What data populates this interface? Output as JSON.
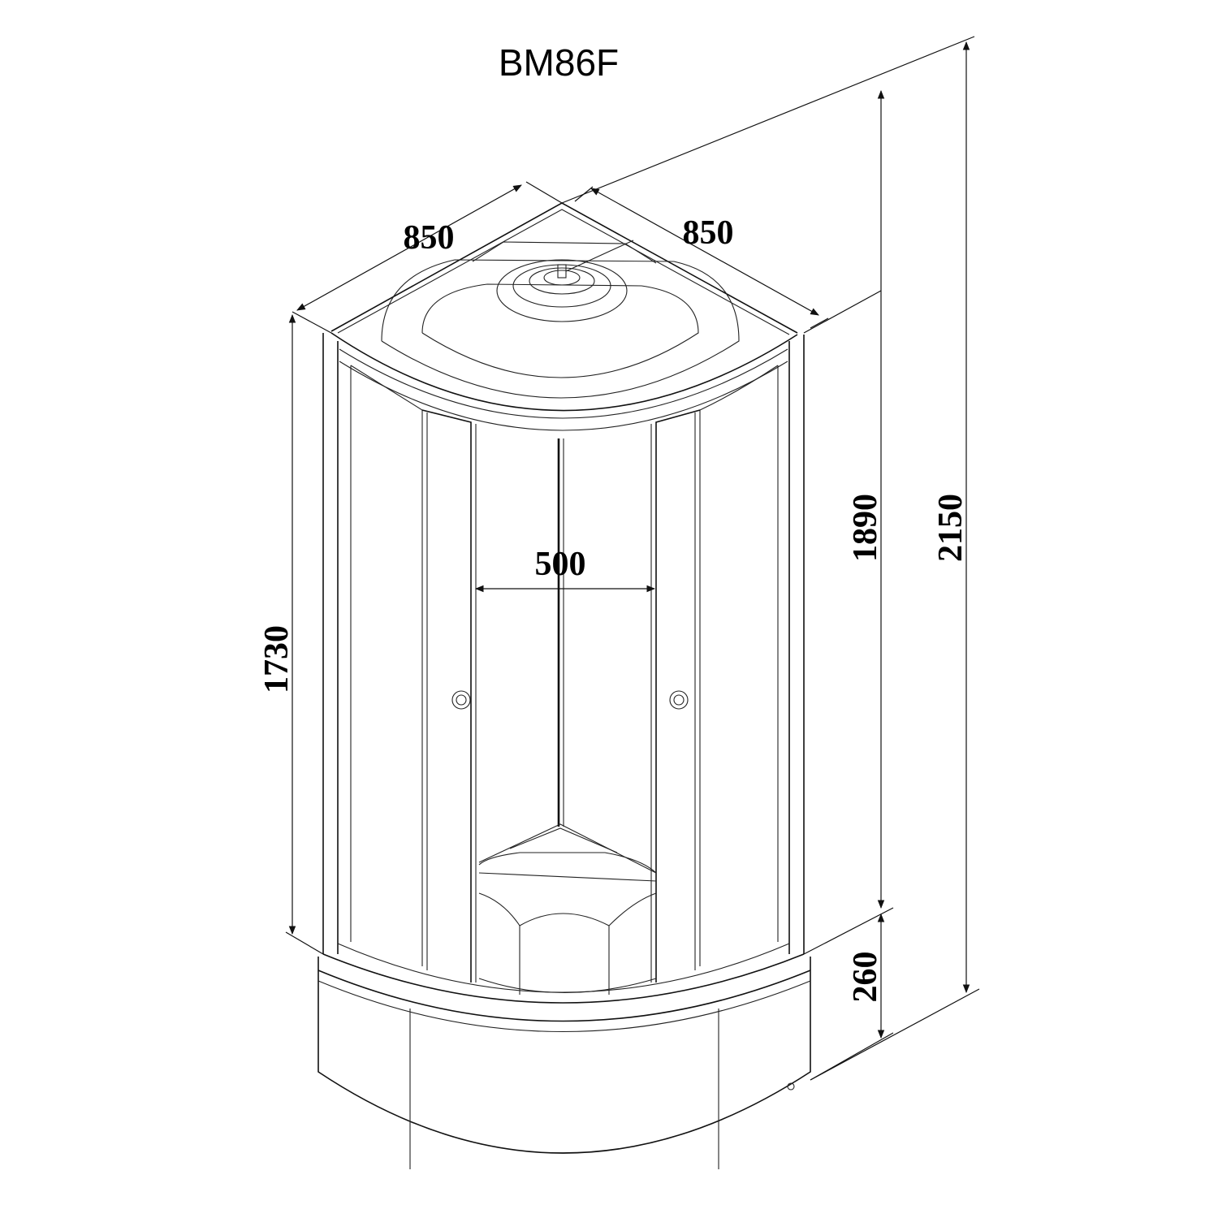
{
  "title": "BM86F",
  "dimensions": {
    "width_left": "850",
    "width_right": "850",
    "door_opening": "500",
    "glass_height": "1730",
    "cabin_height": "1890",
    "tray_height": "260",
    "total_height": "2150"
  },
  "colors": {
    "line": "#111111",
    "background": "#ffffff"
  }
}
